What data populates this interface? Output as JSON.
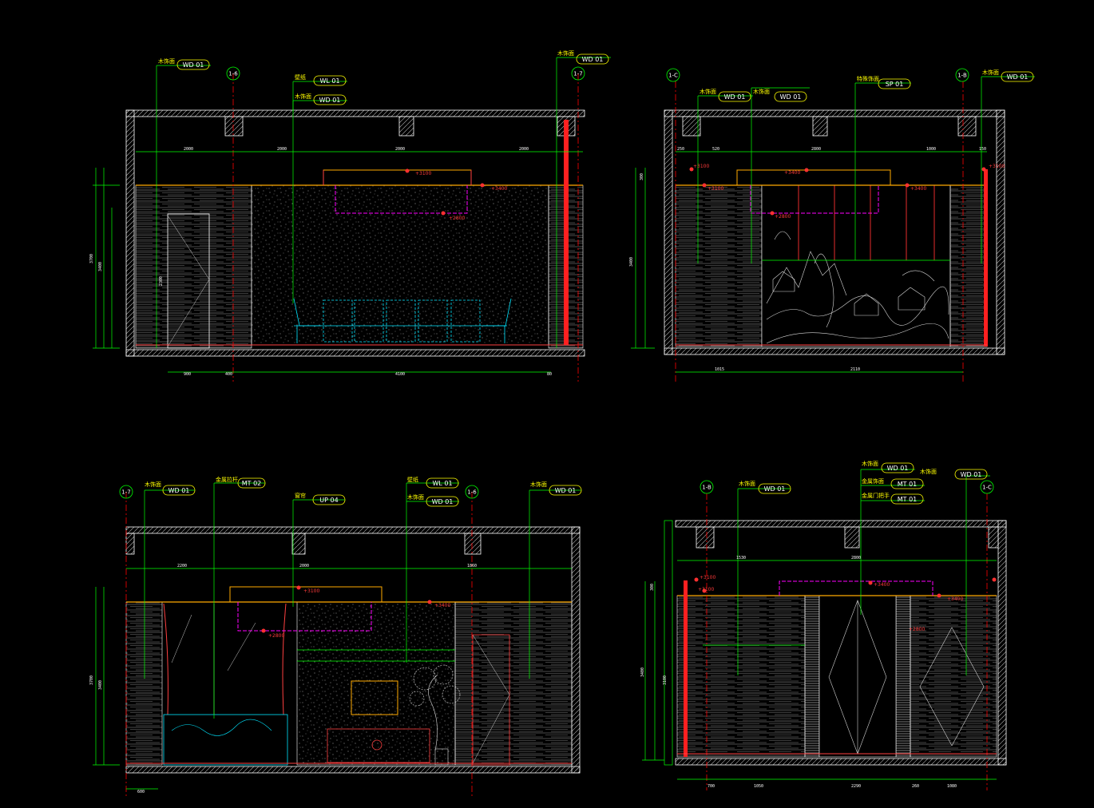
{
  "colors": {
    "background": "#000000",
    "dimension": "#00ff00",
    "wall": "#ffffff",
    "axis": "#ff0000",
    "ceiling": "#ff00ff",
    "furniture": "#00ffff",
    "level": "#ff3030",
    "tag": "#ffff00"
  },
  "panel1": {
    "axis_left": "1-6",
    "axis_right": "1-7",
    "tags": [
      {
        "label": "木饰面",
        "code": "WD 01"
      },
      {
        "label": "壁纸",
        "code": "WL 01"
      },
      {
        "label": "木饰面",
        "code": "WD 01"
      },
      {
        "label": "木饰面",
        "code": "WD 01"
      }
    ],
    "levels": [
      "+3400",
      "+3100",
      "+2800"
    ],
    "top_dims": [
      "2000",
      "2000",
      "2000",
      "2000"
    ],
    "bottom_dims": [
      "900",
      "400",
      "4100",
      "80"
    ],
    "height_dims": [
      "3700",
      "3400",
      "2300"
    ]
  },
  "panel2": {
    "axis_left": "1-C",
    "axis_right": "1-B",
    "tags": [
      {
        "label": "木饰面",
        "code": "WD 01"
      },
      {
        "label": "木饰面",
        "code": "WD 01"
      },
      {
        "label": "特殊饰面",
        "code": "SP 01"
      },
      {
        "label": "木饰面",
        "code": "WD 01"
      }
    ],
    "levels": [
      "+3100",
      "+3100",
      "+3400",
      "+3400",
      "+3100",
      "+2800"
    ],
    "top_dims": [
      "250",
      "520",
      "2800",
      "1000",
      "150"
    ],
    "bottom_dims": [
      "1015",
      "2110"
    ],
    "height_dims": [
      "3400",
      "300"
    ]
  },
  "panel3": {
    "axis_left": "1-7",
    "axis_right": "1-6",
    "tags": [
      {
        "label": "木饰面",
        "code": "WD 01"
      },
      {
        "label": "金属拉杆",
        "code": "MT 02"
      },
      {
        "label": "窗帘",
        "code": "UP 04"
      },
      {
        "label": "壁纸",
        "code": "WL 01"
      },
      {
        "label": "木饰面",
        "code": "WD 01"
      },
      {
        "label": "木饰面",
        "code": "WD 01"
      }
    ],
    "levels": [
      "+3100",
      "+3400",
      "+2800"
    ],
    "top_dims": [
      "2200",
      "2000",
      "1860"
    ],
    "bottom_dims": [
      "600"
    ],
    "height_dims": [
      "3700",
      "3400"
    ]
  },
  "panel4": {
    "axis_left": "1-B",
    "axis_right": "1-C",
    "tags": [
      {
        "label": "木饰面",
        "code": "WD 01"
      },
      {
        "label": "木饰面",
        "code": "WD 01"
      },
      {
        "label": "金属饰面",
        "code": "MT 01"
      },
      {
        "label": "金属门把手",
        "code": "MT 01"
      },
      {
        "label": "木饰面",
        "code": "WD 01"
      }
    ],
    "levels": [
      "+3100",
      "+3100",
      "+3400",
      "+3400",
      "+2800"
    ],
    "top_dims": [
      "1530",
      "2800"
    ],
    "bottom_dims": [
      "700",
      "1050",
      "2290",
      "260",
      "1080"
    ],
    "height_dims": [
      "3400",
      "300",
      "3100"
    ]
  }
}
